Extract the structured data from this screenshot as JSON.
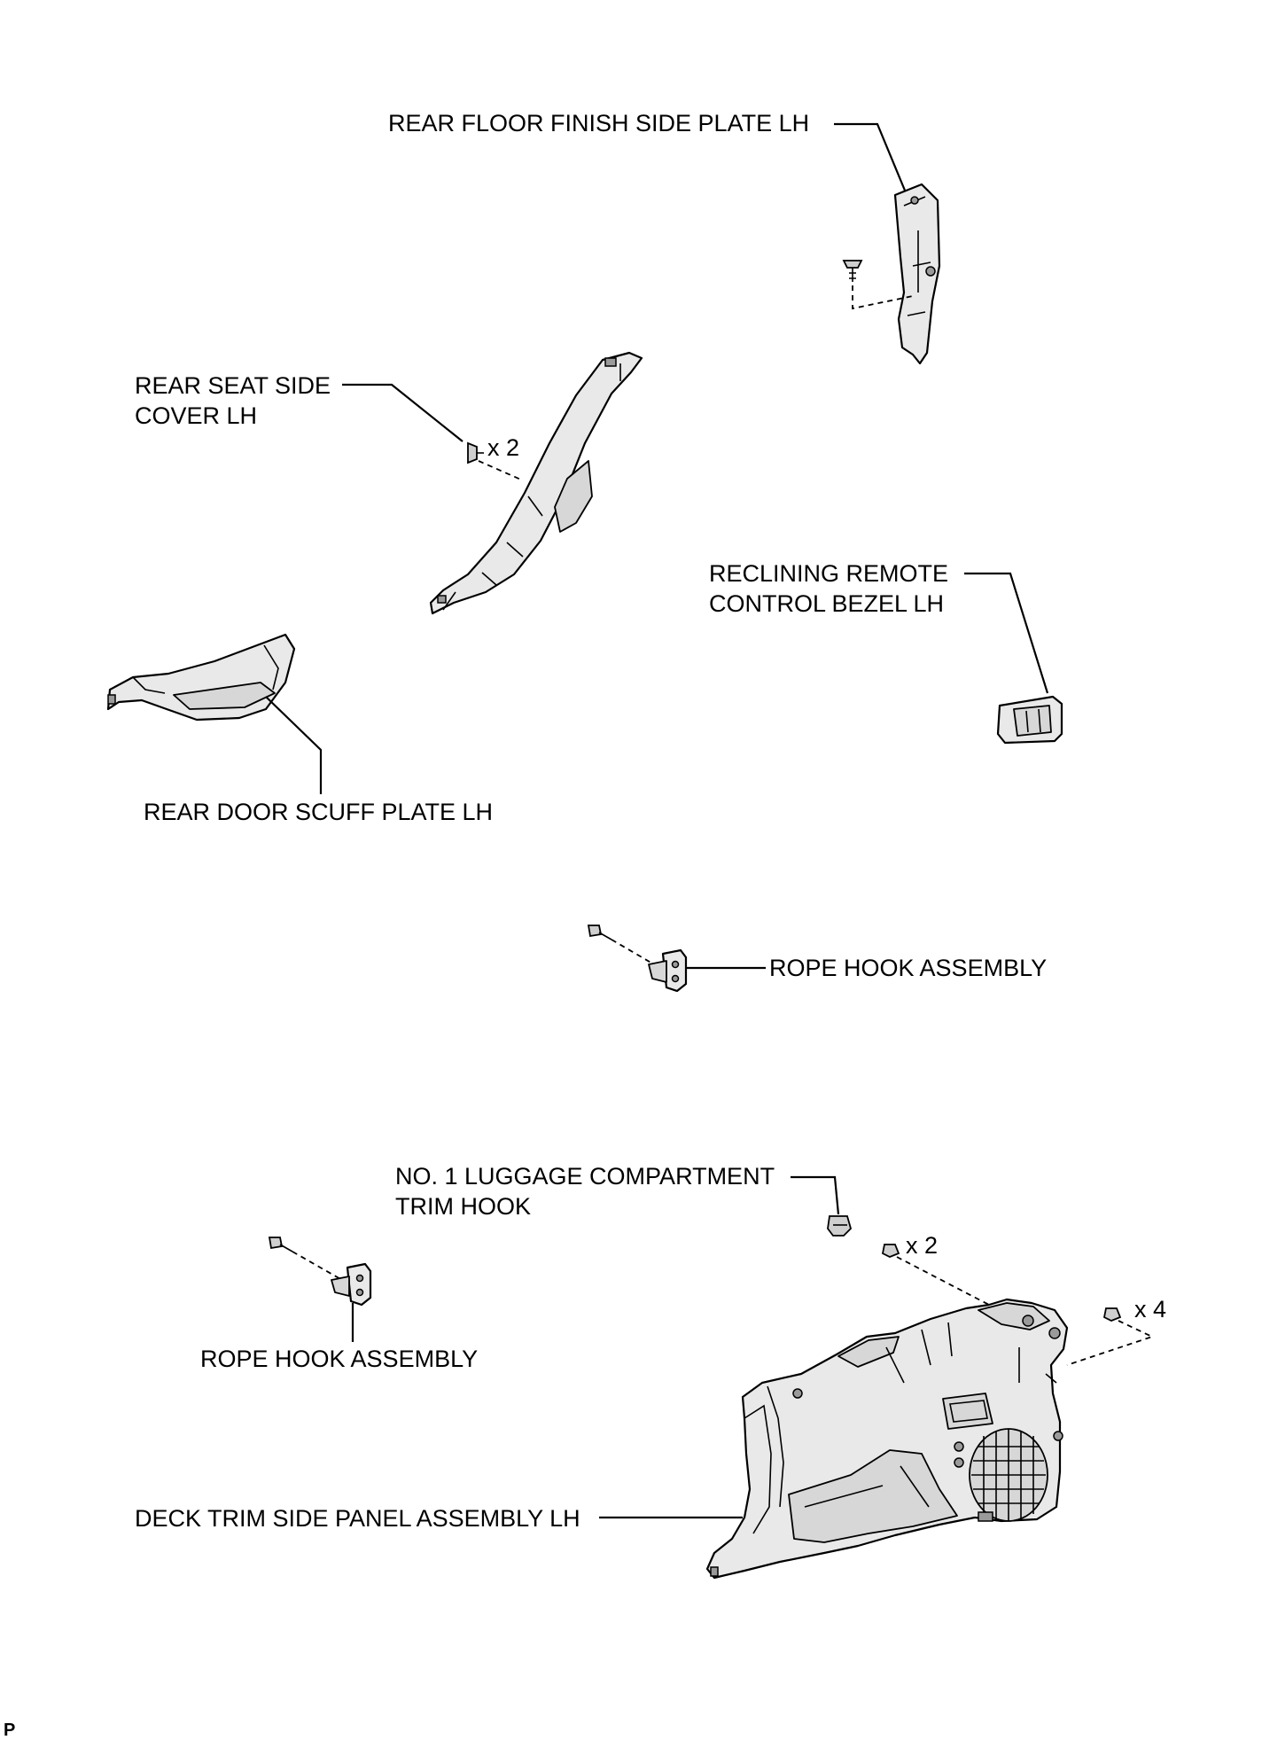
{
  "labels": {
    "rear_floor_finish_side_plate": "REAR FLOOR FINISH SIDE PLATE LH",
    "rear_seat_side_cover_line1": "REAR SEAT SIDE",
    "rear_seat_side_cover_line2": "COVER LH",
    "reclining_bezel_line1": "RECLINING REMOTE",
    "reclining_bezel_line2": "CONTROL BEZEL LH",
    "rear_door_scuff_plate": "REAR DOOR SCUFF PLATE LH",
    "rope_hook_upper": "ROPE HOOK ASSEMBLY",
    "luggage_trim_hook_line1": "NO. 1 LUGGAGE COMPARTMENT",
    "luggage_trim_hook_line2": "TRIM HOOK",
    "rope_hook_lower": "ROPE HOOK ASSEMBLY",
    "deck_trim_side_panel": "DECK TRIM SIDE PANEL ASSEMBLY LH"
  },
  "quantities": {
    "seat_cover_clips": "x 2",
    "panel_clips_upper": "x 2",
    "panel_clips_right": "x 4"
  },
  "footer_code": "P"
}
